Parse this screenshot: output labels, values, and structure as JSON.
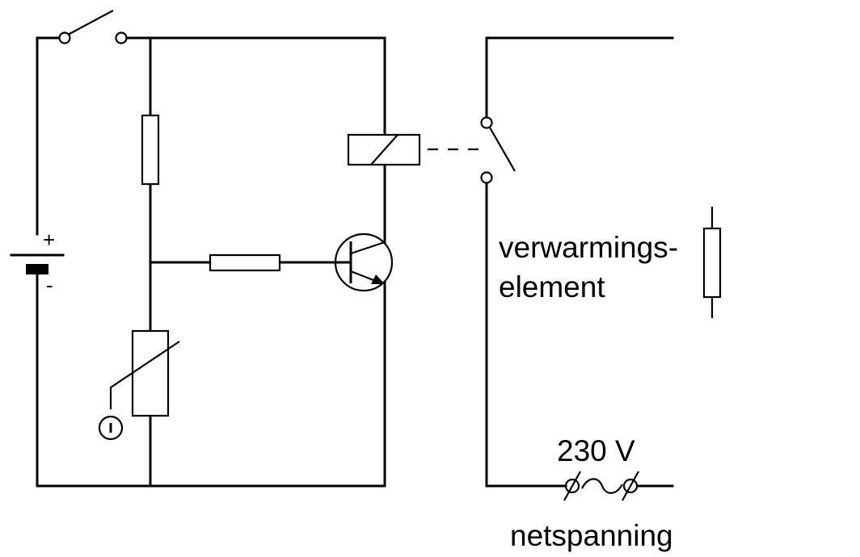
{
  "labels": {
    "battery_plus": "+",
    "battery_minus": "-",
    "heater_line1": "verwarmings-",
    "heater_line2": "element",
    "voltage": "230 V",
    "mains": "netspanning"
  }
}
